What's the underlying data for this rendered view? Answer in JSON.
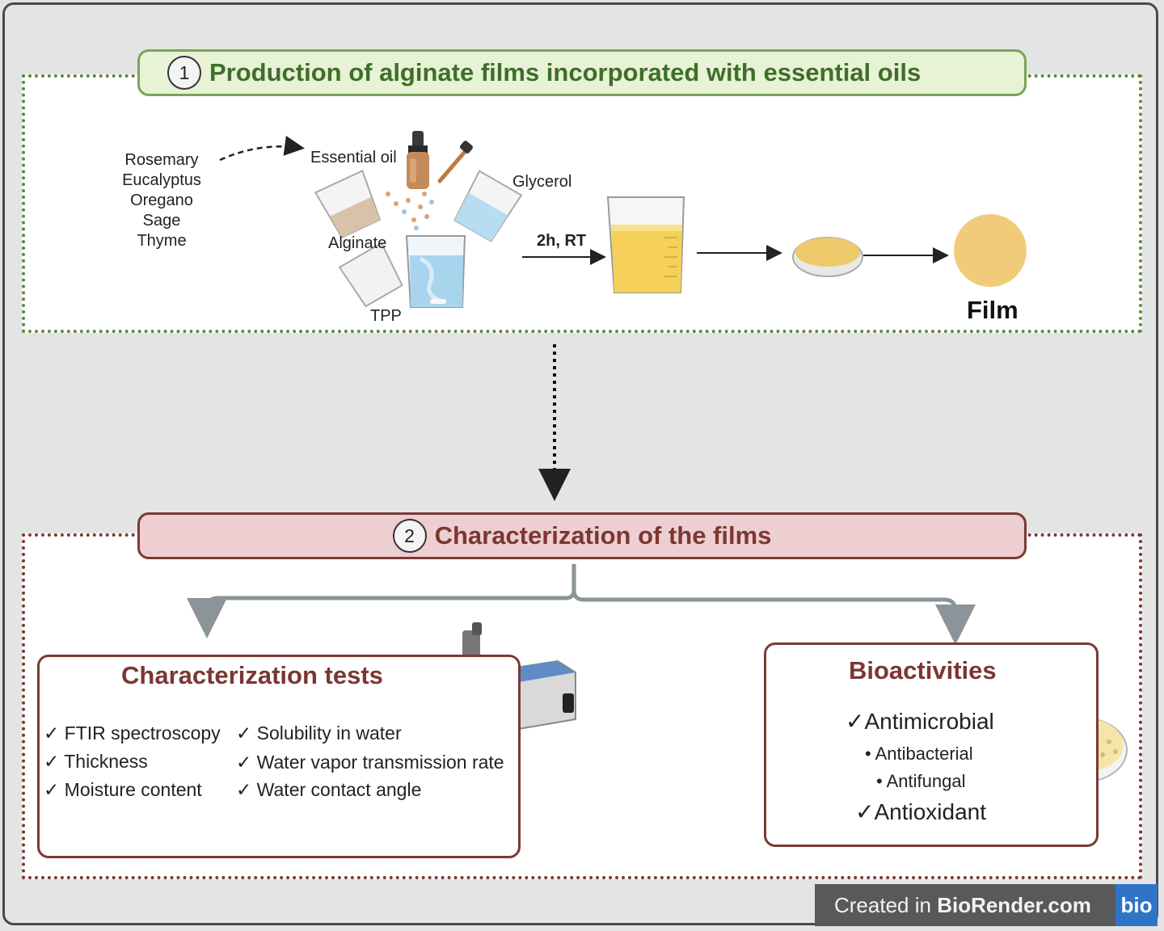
{
  "section1": {
    "number": "1",
    "title": "Production of alginate films incorporated with essential oils",
    "oils": [
      "Rosemary",
      "Eucalyptus",
      "Oregano",
      "Sage",
      "Thyme"
    ],
    "labels": {
      "essential_oil": "Essential oil",
      "glycerol": "Glycerol",
      "alginate": "Alginate",
      "tpp": "TPP",
      "condition": "2h, RT",
      "film": "Film"
    }
  },
  "section2": {
    "number": "2",
    "title": "Characterization of the films",
    "tests": {
      "title": "Characterization tests",
      "left_items": [
        "✓ FTIR spectroscopy",
        "✓ Thickness",
        "✓ Moisture content"
      ],
      "right_items": [
        "✓ Solubility in water",
        "✓ Water vapor transmission rate",
        "✓ Water contact angle"
      ]
    },
    "bio": {
      "title": "Bioactivities",
      "main1": "✓Antimicrobial",
      "sub1": "• Antibacterial",
      "sub2": "• Antifungal",
      "main2": "✓Antioxidant"
    }
  },
  "footer": {
    "prefix": "Created in ",
    "brand": "BioRender.com",
    "logo": "bio"
  },
  "colors": {
    "green_accent": "#5c8a3c",
    "maroon_accent": "#7a3a32",
    "film_color": "#f0cc7a"
  }
}
